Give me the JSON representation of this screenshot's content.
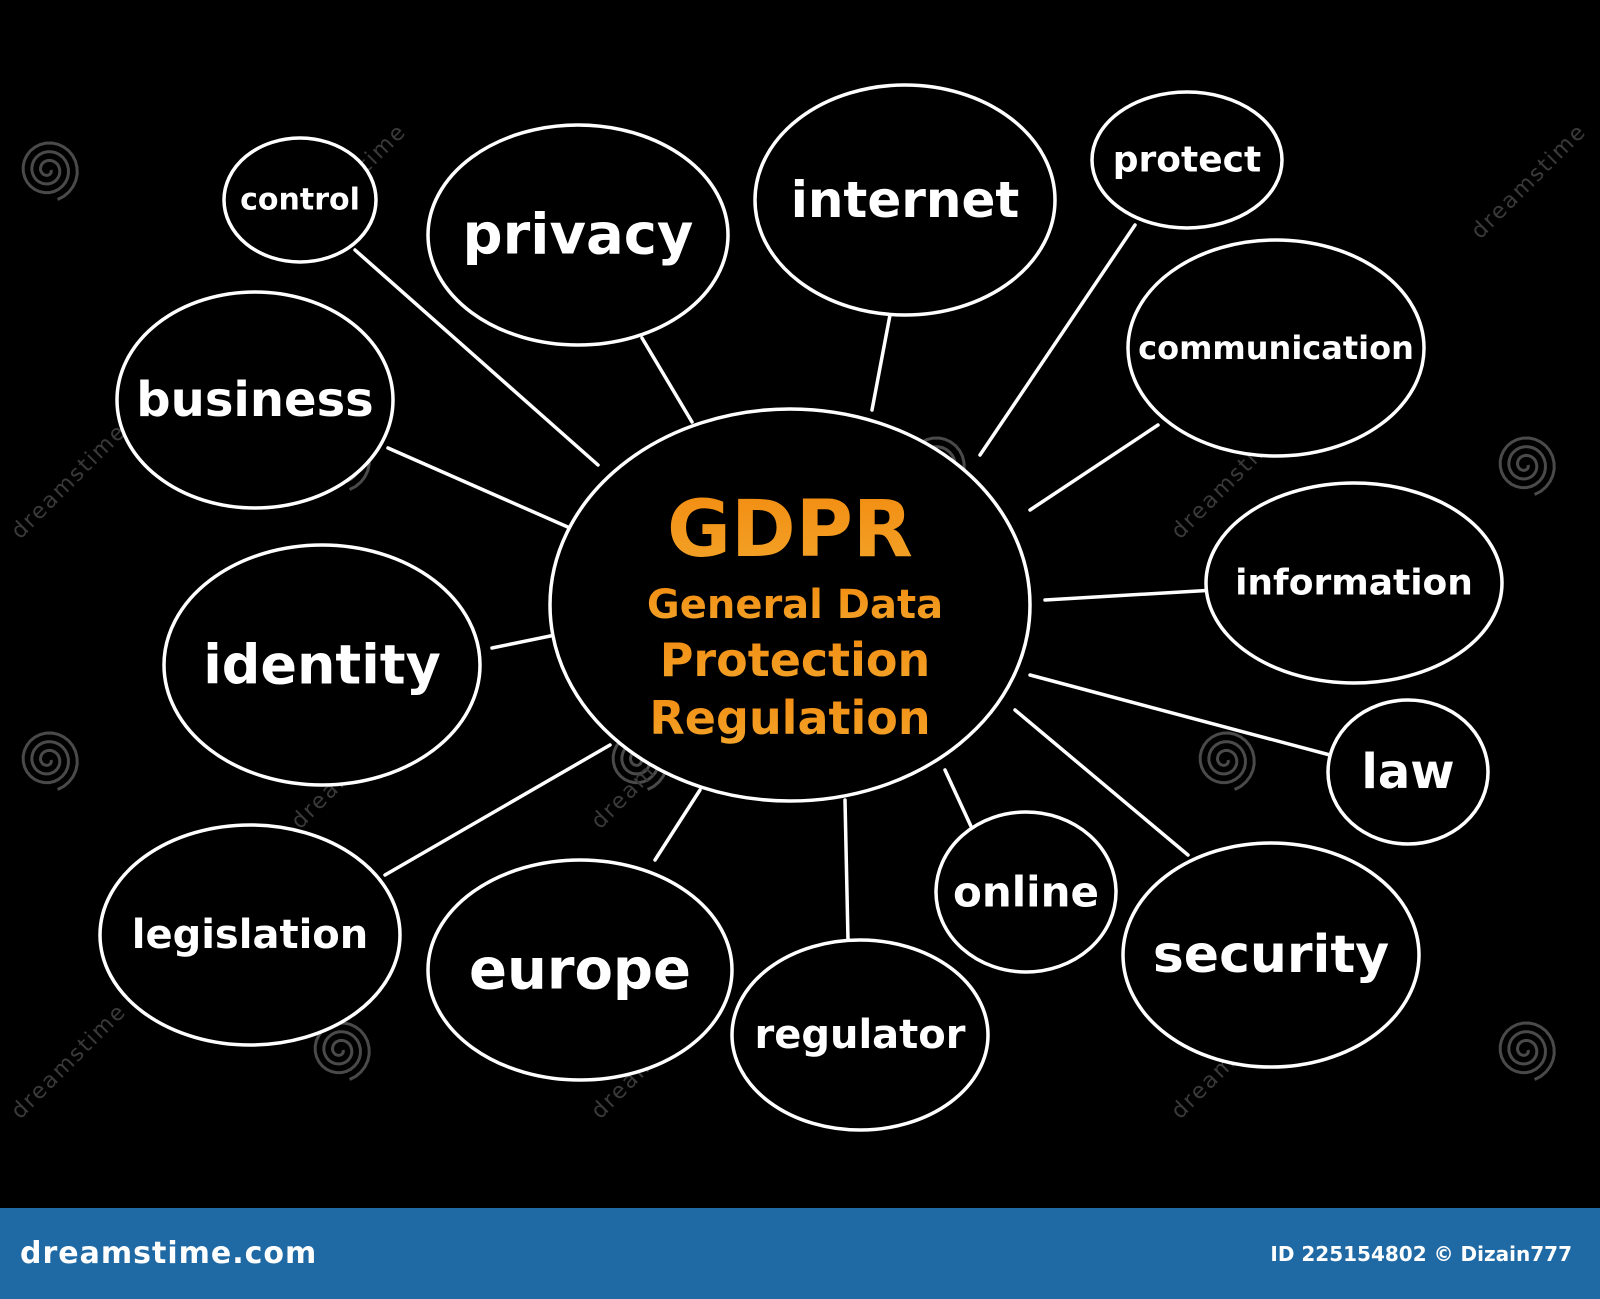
{
  "colors": {
    "background": "#000000",
    "line": "#ffffff",
    "label": "#ffffff",
    "center_gradient_top": "#f28c10",
    "center_gradient_bottom": "#f2a42a",
    "footer_background": "#1f6aa5",
    "watermark": "#4a4a4a"
  },
  "diagram": {
    "center": {
      "title": "GDPR",
      "subtitle_lines": [
        "General Data",
        "Protection",
        "Regulation"
      ]
    },
    "nodes": [
      {
        "id": "control",
        "label": "control"
      },
      {
        "id": "privacy",
        "label": "privacy"
      },
      {
        "id": "internet",
        "label": "internet"
      },
      {
        "id": "protect",
        "label": "protect"
      },
      {
        "id": "communication",
        "label": "communication"
      },
      {
        "id": "information",
        "label": "information"
      },
      {
        "id": "law",
        "label": "law"
      },
      {
        "id": "security",
        "label": "security"
      },
      {
        "id": "online",
        "label": "online"
      },
      {
        "id": "regulator",
        "label": "regulator"
      },
      {
        "id": "europe",
        "label": "europe"
      },
      {
        "id": "legislation",
        "label": "legislation"
      },
      {
        "id": "identity",
        "label": "identity"
      },
      {
        "id": "business",
        "label": "business"
      }
    ]
  },
  "watermark": {
    "text": "dreamstime",
    "icon": "spiral-icon"
  },
  "footer": {
    "brand": "dreamstime.com",
    "image_id": "ID 225154802 © Dizain777"
  }
}
